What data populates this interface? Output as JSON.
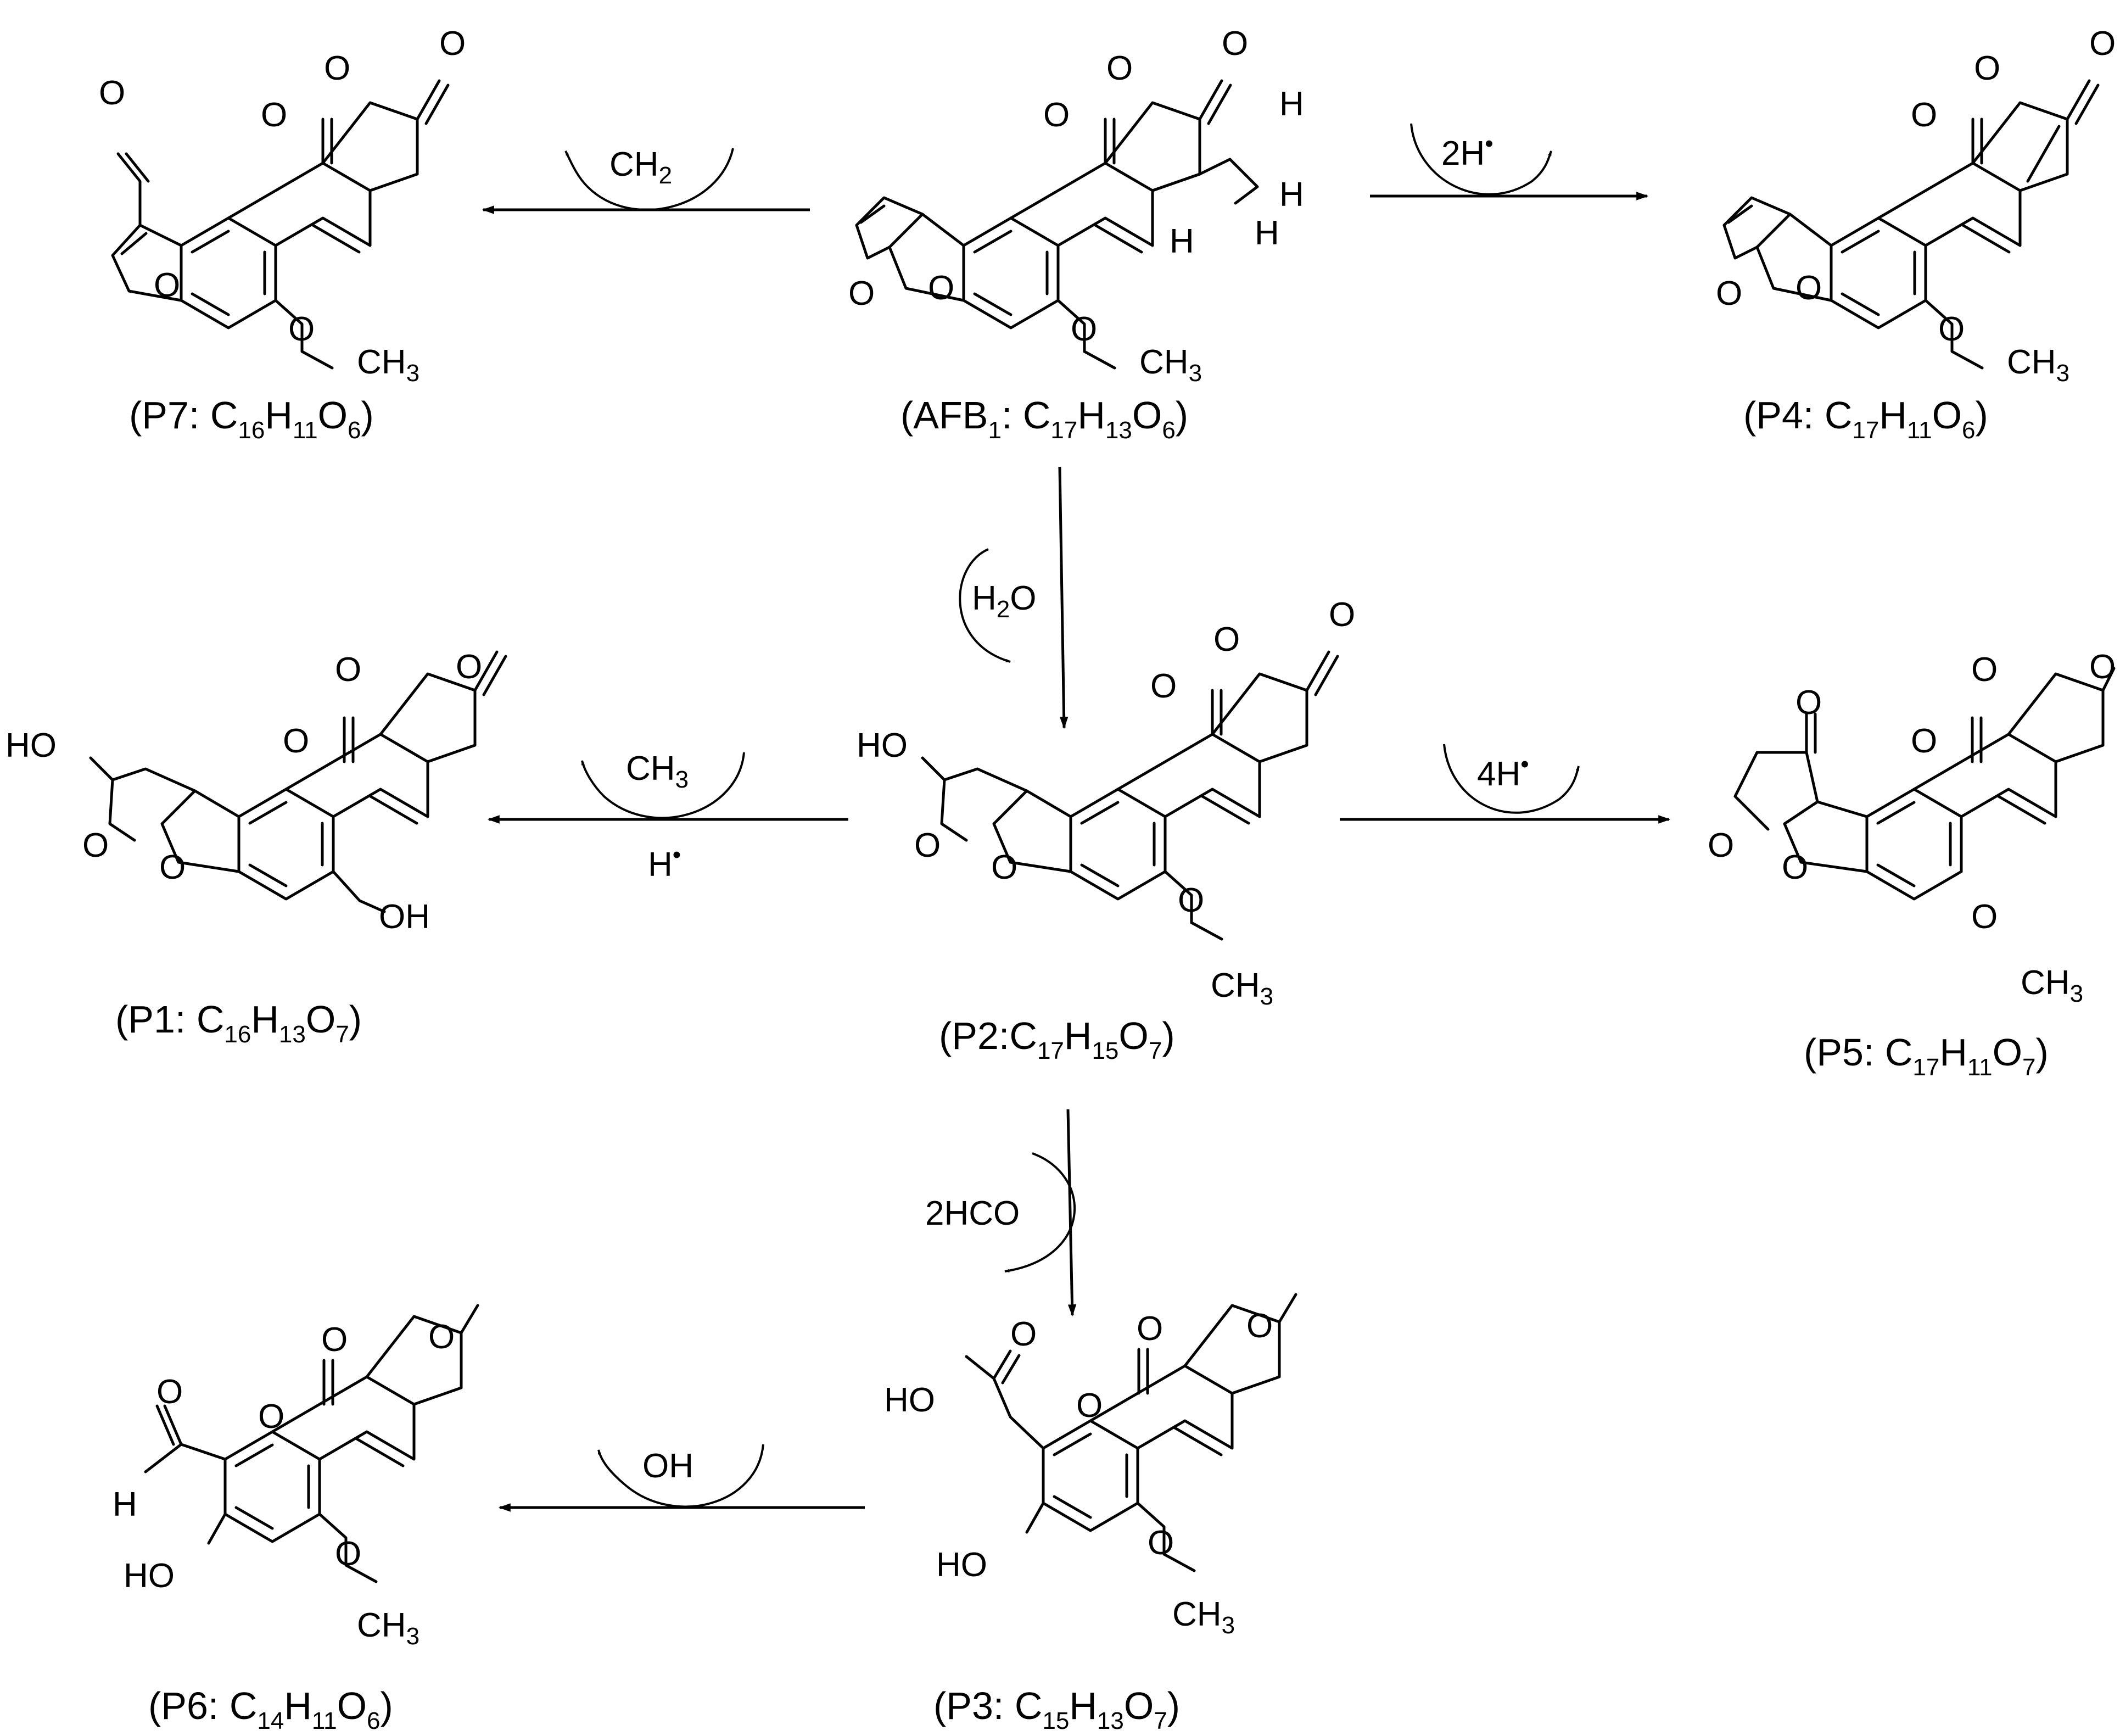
{
  "colors": {
    "ink": "#000000",
    "background": "#ffffff"
  },
  "atoms": {
    "o": "O",
    "h": "H",
    "ho": "HO",
    "oh": "OH",
    "ch": "CH",
    "three": "3"
  },
  "compounds": [
    {
      "id": "AFB1",
      "caption": {
        "pre": "(AFB",
        "s1": "1",
        "m1": ": C",
        "s2": "17",
        "m2": "H",
        "s3": "13",
        "m3": "O",
        "s4": "6",
        "post": ")"
      }
    },
    {
      "id": "P7",
      "caption": {
        "pre": "(P7: C",
        "s1": "16",
        "m1": "H",
        "s2": "11",
        "m2": "O",
        "s3": "6",
        "post": ")"
      }
    },
    {
      "id": "P4",
      "caption": {
        "pre": "(P4: C",
        "s1": "17",
        "m1": "H",
        "s2": "11",
        "m2": "O",
        "s3": "6",
        "post": ")"
      }
    },
    {
      "id": "P2",
      "caption": {
        "pre": "(P2:C",
        "s1": "17",
        "m1": "H",
        "s2": "15",
        "m2": "O",
        "s3": "7",
        "post": ")"
      }
    },
    {
      "id": "P1",
      "caption": {
        "pre": "(P1: C",
        "s1": "16",
        "m1": "H",
        "s2": "13",
        "m2": "O",
        "s3": "7",
        "post": ")"
      }
    },
    {
      "id": "P5",
      "caption": {
        "pre": "(P5: C",
        "s1": "17",
        "m1": "H",
        "s2": "11",
        "m2": "O",
        "s3": "7",
        "post": ")"
      }
    },
    {
      "id": "P3",
      "caption": {
        "pre": "(P3: C",
        "s1": "15",
        "m1": "H",
        "s2": "13",
        "m2": "O",
        "s3": "7",
        "post": ")"
      }
    },
    {
      "id": "P6",
      "caption": {
        "pre": "(P6: C",
        "s1": "14",
        "m1": "H",
        "s2": "11",
        "m2": "O",
        "s3": "6",
        "post": ")"
      }
    }
  ],
  "reactions": {
    "to_p7": {
      "main": "CH",
      "sub": "2"
    },
    "to_p4": {
      "main": "2H",
      "dot": "•"
    },
    "to_p2": {
      "pre": "H",
      "sub": "2",
      "post": "O"
    },
    "to_p1": {
      "top_main": "CH",
      "top_sub": "3",
      "bottom_main": "H",
      "bottom_dot": "•"
    },
    "to_p5": {
      "main": "4H",
      "dot": "•"
    },
    "to_p3": {
      "main": "2HCO"
    },
    "to_p6": {
      "main": "OH"
    }
  }
}
